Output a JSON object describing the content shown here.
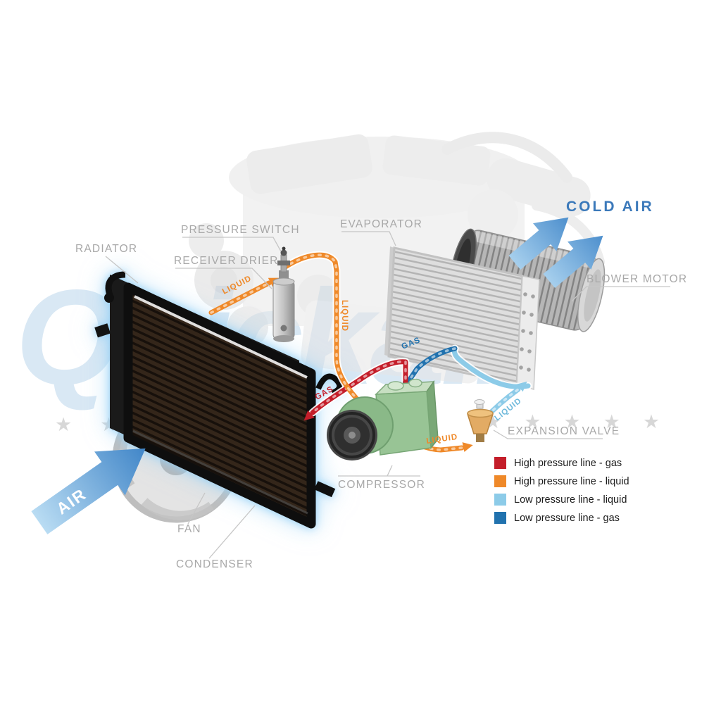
{
  "watermark": {
    "text": "Quickair",
    "stars_left": "★★★★",
    "stars_right": "★★★★★"
  },
  "labels": {
    "radiator": "RADIATOR",
    "pressure_switch": "PRESSURE SWITCH",
    "receiver_drier": "RECEIVER DRIER",
    "evaporator": "EVAPORATOR",
    "blower_motor": "BLOWER MOTOR",
    "expansion_valve": "EXPANSION VALVE",
    "compressor": "COMPRESSOR",
    "fan": "FAN",
    "condenser": "CONDENSER"
  },
  "flow_labels": {
    "air": "AIR",
    "cold_air": "COLD AIR",
    "liquid_condenser_to_drier": "LIQUID",
    "liquid_drier_down": "LIQUID",
    "liquid_to_expansion_valve": "LIQUID",
    "liquid_valve_to_evaporator": "LIQUID",
    "gas_compressor_to_condenser": "GAS",
    "gas_evaporator_to_compressor": "GAS"
  },
  "legend": {
    "items": [
      {
        "label": "High pressure line - gas",
        "color": "#c41e2a"
      },
      {
        "label": "High pressure line - liquid",
        "color": "#ef8929"
      },
      {
        "label": "Low pressure line - liquid",
        "color": "#8ccbe8"
      },
      {
        "label": "Low pressure line -  gas",
        "color": "#2172ae"
      }
    ]
  },
  "colors": {
    "high_pressure_gas": "#c41e2a",
    "high_pressure_liquid": "#ef8929",
    "low_pressure_liquid": "#8ccbe8",
    "low_pressure_gas": "#2172ae",
    "cold_air_text": "#3b79ba",
    "air_arrow": "#4186c8",
    "condenser_glow": "#94d0f6"
  }
}
